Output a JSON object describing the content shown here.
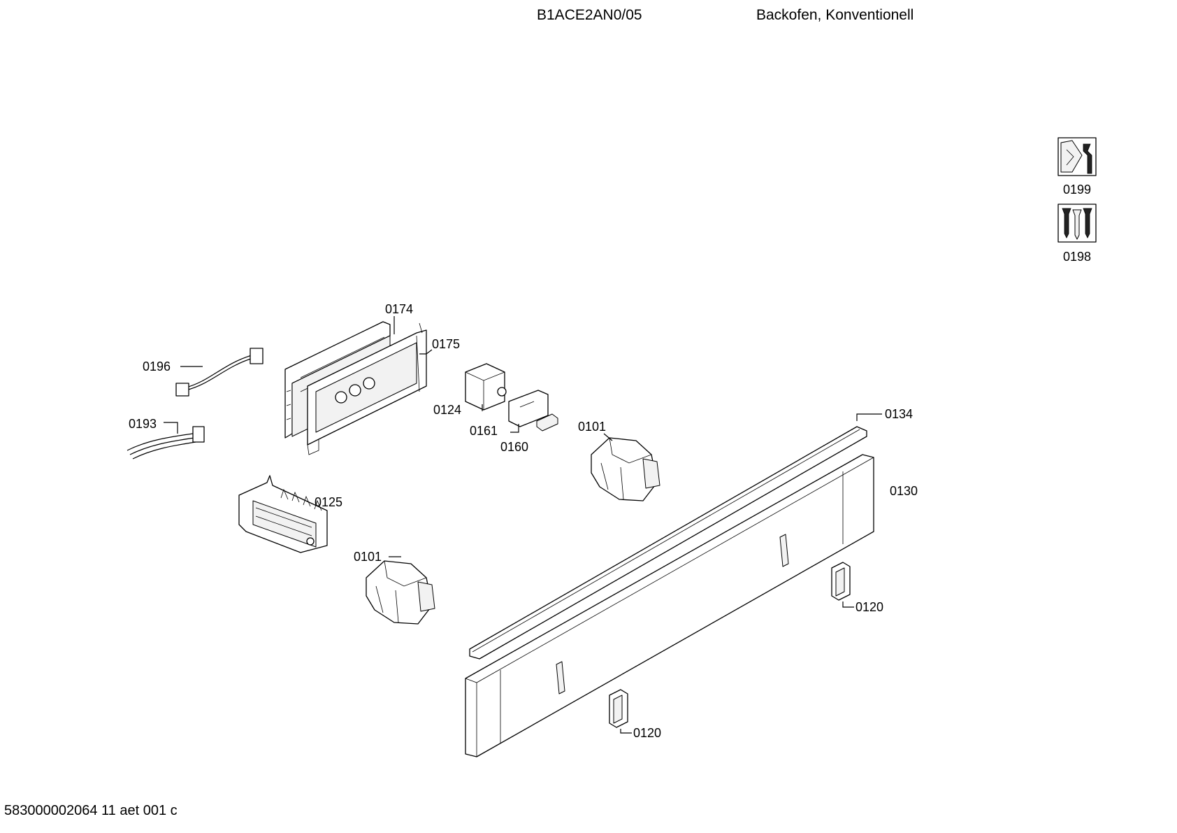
{
  "header": {
    "model": "B1ACE2AN0/05",
    "description": "Backofen, Konventionell"
  },
  "footer": {
    "code": "583000002064 11 aet 001 c"
  },
  "legend_icons": [
    {
      "icon": "service-tool-icon",
      "label": "0199"
    },
    {
      "icon": "screws-icon",
      "label": "0198"
    }
  ],
  "parts": {
    "p0174": "0174",
    "p0175": "0175",
    "p0196": "0196",
    "p0193": "0193",
    "p0124": "0124",
    "p0161": "0161",
    "p0160": "0160",
    "p0101a": "0101",
    "p0101b": "0101",
    "p0134": "0134",
    "p0130": "0130",
    "p0125": "0125",
    "p0120a": "0120",
    "p0120b": "0120"
  }
}
